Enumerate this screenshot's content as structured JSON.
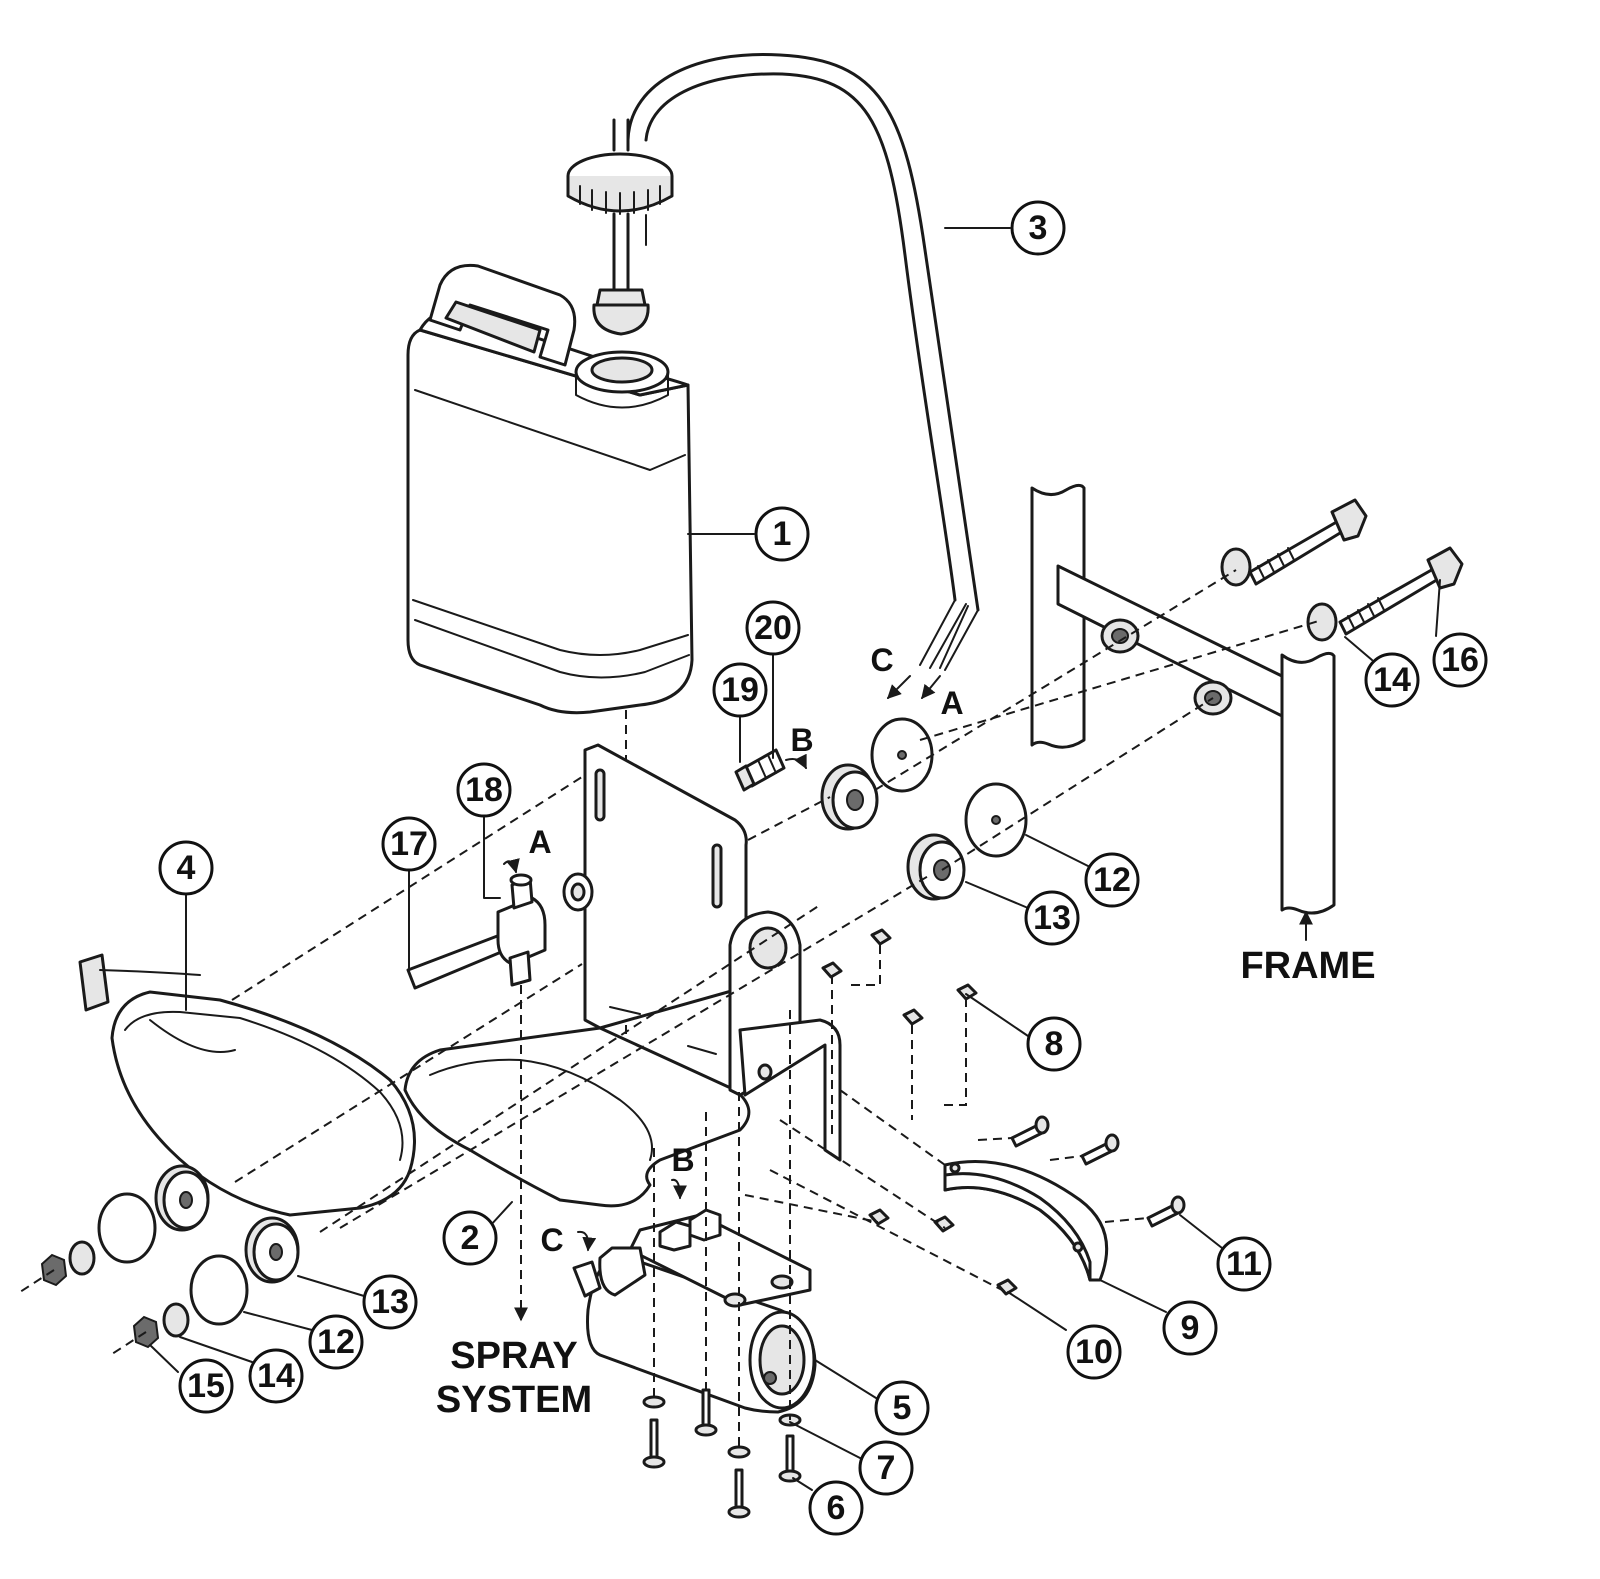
{
  "callouts": {
    "c1": "1",
    "c2": "2",
    "c3": "3",
    "c4": "4",
    "c5": "5",
    "c6": "6",
    "c7": "7",
    "c8": "8",
    "c9": "9",
    "c10": "10",
    "c11": "11",
    "c12": "12",
    "c12b": "12",
    "c13": "13",
    "c13b": "13",
    "c14": "14",
    "c14b": "14",
    "c15": "15",
    "c16": "16",
    "c17": "17",
    "c18": "18",
    "c19": "19",
    "c20": "20"
  },
  "letters": {
    "hose_c": "C",
    "hose_a": "A",
    "fitting_b": "B",
    "valve_a": "A",
    "pump_b": "B",
    "pump_c": "C"
  },
  "labels": {
    "frame": "FRAME",
    "spray_line1": "SPRAY",
    "spray_line2": "SYSTEM"
  }
}
